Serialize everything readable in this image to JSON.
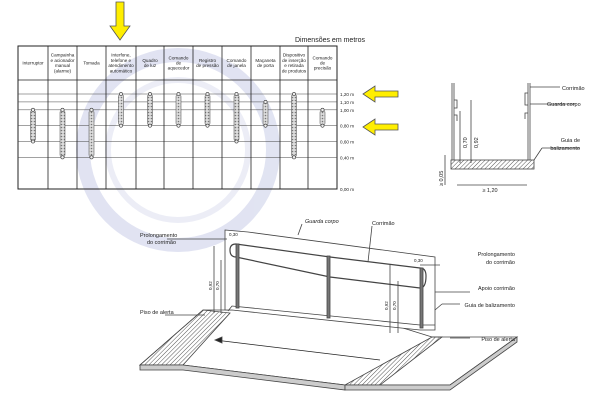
{
  "table": {
    "title": "Dimensões em metros",
    "columns": [
      {
        "lines": [
          "Interruptor"
        ],
        "range": [
          1.0,
          0.6
        ]
      },
      {
        "lines": [
          "Campainha",
          "e acionador",
          "manual",
          "(alarme)"
        ],
        "range": [
          1.0,
          0.4
        ]
      },
      {
        "lines": [
          "Tomada"
        ],
        "range": [
          1.0,
          0.4
        ]
      },
      {
        "lines": [
          "Interfone,",
          "telefone e",
          "atendimento",
          "automático"
        ],
        "range": [
          1.2,
          0.8
        ]
      },
      {
        "lines": [
          "Quadro",
          "de luz"
        ],
        "range": [
          1.2,
          0.8
        ]
      },
      {
        "lines": [
          "Comando",
          "de",
          "aquecedor"
        ],
        "range": [
          1.2,
          0.8
        ]
      },
      {
        "lines": [
          "Registro",
          "de pressão"
        ],
        "range": [
          1.2,
          0.8
        ]
      },
      {
        "lines": [
          "Comando",
          "de janela"
        ],
        "range": [
          1.2,
          0.6
        ]
      },
      {
        "lines": [
          "Maçaneta",
          "de porta"
        ],
        "range": [
          1.1,
          0.8
        ]
      },
      {
        "lines": [
          "Dispositivo",
          "de inserção",
          "e retirada",
          "de produtos"
        ],
        "range": [
          1.2,
          0.4
        ]
      },
      {
        "lines": [
          "Comando",
          "de",
          "precisão"
        ],
        "range": [
          1.0,
          0.8
        ]
      }
    ],
    "levels": [
      {
        "value": 1.2,
        "label": "1,20 m"
      },
      {
        "value": 1.1,
        "label": "1,10 m"
      },
      {
        "value": 1.0,
        "label": "1,00 m"
      },
      {
        "value": 0.8,
        "label": "0,80 m"
      },
      {
        "value": 0.6,
        "label": "0,60 m"
      },
      {
        "value": 0.4,
        "label": "0,40 m"
      },
      {
        "value": 0.0,
        "label": "0,00 m"
      }
    ],
    "highlighted_levels": [
      1.2,
      0.8
    ],
    "highlighted_column": 3
  },
  "section": {
    "corrimao": "Corrimão",
    "guarda_corpo": "Guarda corpo",
    "guia_line1": "Guia de",
    "guia_line2": "balizamento",
    "h070": "0,70",
    "h092": "0,92",
    "h005": "≥ 0,05",
    "width": "≥ 1,20"
  },
  "perspective": {
    "guarda_corpo": "Guarda corpo",
    "corrimao": "Corrimão",
    "prolong_left_1": "Prolongamento",
    "prolong_left_2": "do corrimão",
    "prolong_right_1": "Prolongamento",
    "prolong_right_2": "do corrimão",
    "apoio": "Apoio corrimão",
    "guia": "Guia de balizamento",
    "piso_left": "Piso de alerta",
    "piso_right": "Piso de alerta",
    "d030_left": "0,30",
    "d030_right": "0,30",
    "l092": "0,92",
    "l070": "0,70",
    "r092": "0,92",
    "r070": "0,70"
  },
  "colors": {
    "arrow": "#ffee00",
    "arrow_stroke": "#555",
    "watermark": "#c9cde8"
  }
}
